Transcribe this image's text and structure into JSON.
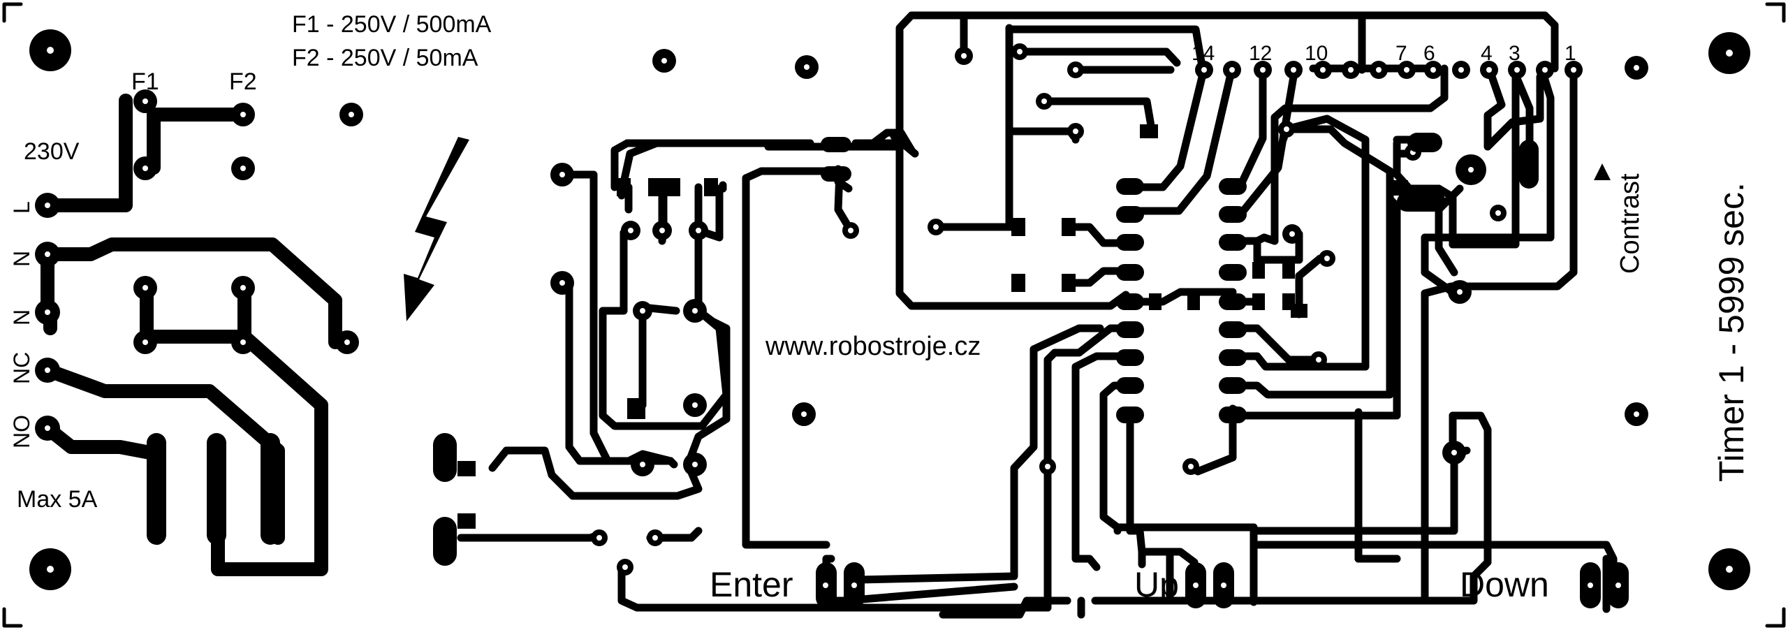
{
  "fuse_spec": {
    "f1": "F1 - 250V / 500mA",
    "f2": "F2 - 250V / 50mA"
  },
  "fuse_labels": {
    "f1": "F1",
    "f2": "F2"
  },
  "mains": {
    "voltage": "230V",
    "pins": [
      "L",
      "N",
      "N",
      "NC",
      "NO"
    ],
    "max_current": "Max 5A"
  },
  "website": "www.robostroje.cz",
  "lcd_pins": [
    "14",
    "12",
    "10",
    "7",
    "6",
    "4",
    "3",
    "1"
  ],
  "contrast_label": "Contrast",
  "buttons": {
    "enter": "Enter",
    "up": "Up",
    "down": "Down"
  },
  "product": "Timer 1 - 5999 sec.",
  "icons": [
    "high-voltage-icon",
    "contrast-arrow-icon",
    "mounting-hole-icon"
  ],
  "colors": {
    "copper": "#000000",
    "board": "#ffffff"
  }
}
